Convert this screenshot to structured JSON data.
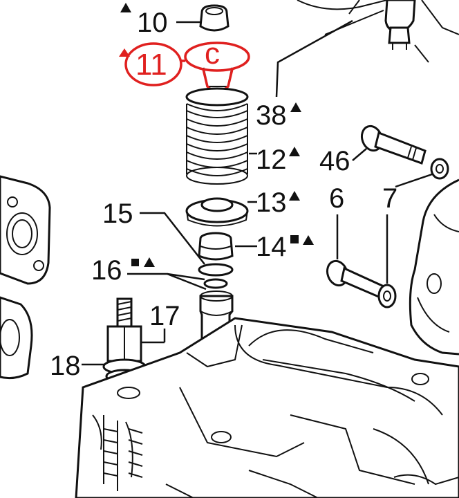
{
  "labels": {
    "l10": "10",
    "l11": "11",
    "l38": "38",
    "l12": "12",
    "l46": "46",
    "l13": "13",
    "l6": "6",
    "l7": "7",
    "l15": "15",
    "l14": "14",
    "l16": "16",
    "l17": "17",
    "l18": "18"
  },
  "colors": {
    "highlight": "#e0201f",
    "line": "#111111",
    "background": "#ffffff"
  },
  "highlighted_part": "11"
}
